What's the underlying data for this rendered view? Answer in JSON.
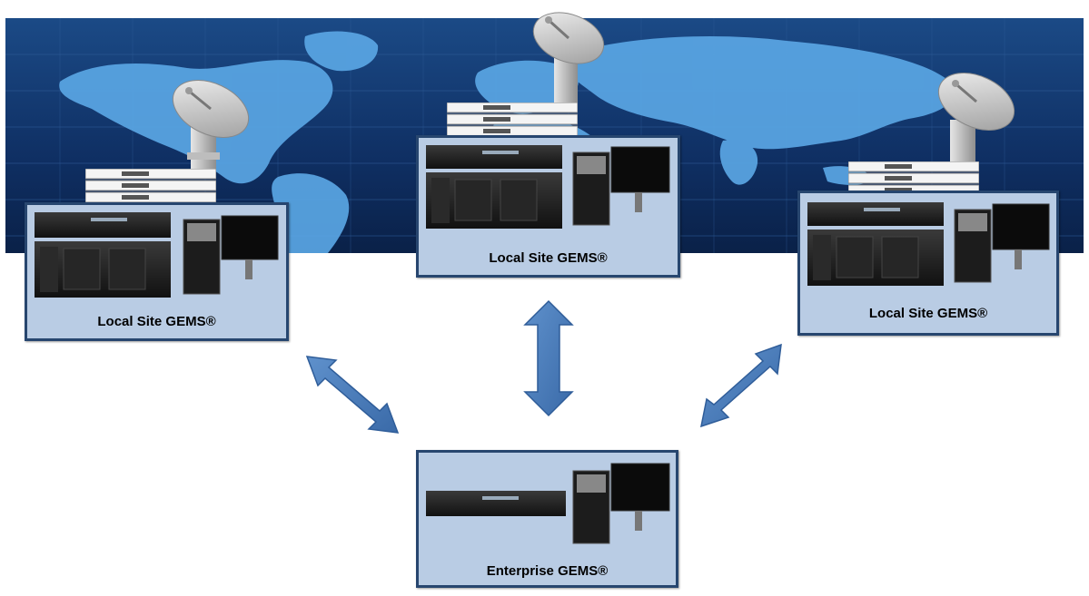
{
  "boxes": {
    "left": {
      "label": "Local Site GEMS®"
    },
    "center": {
      "label": "Local Site GEMS®"
    },
    "right": {
      "label": "Local Site GEMS®"
    },
    "enterprise": {
      "label": "Enterprise GEMS®"
    }
  },
  "colors": {
    "map_bg": "#0d2d5e",
    "continent": "#5aa6e4",
    "box_fill": "#b9cce4",
    "box_border": "#27466f",
    "arrow": "#4f81bd"
  },
  "icons": [
    "satellite-dish-icon",
    "rack-unit-icon",
    "server-icon",
    "workstation-icon",
    "double-arrow-icon"
  ]
}
